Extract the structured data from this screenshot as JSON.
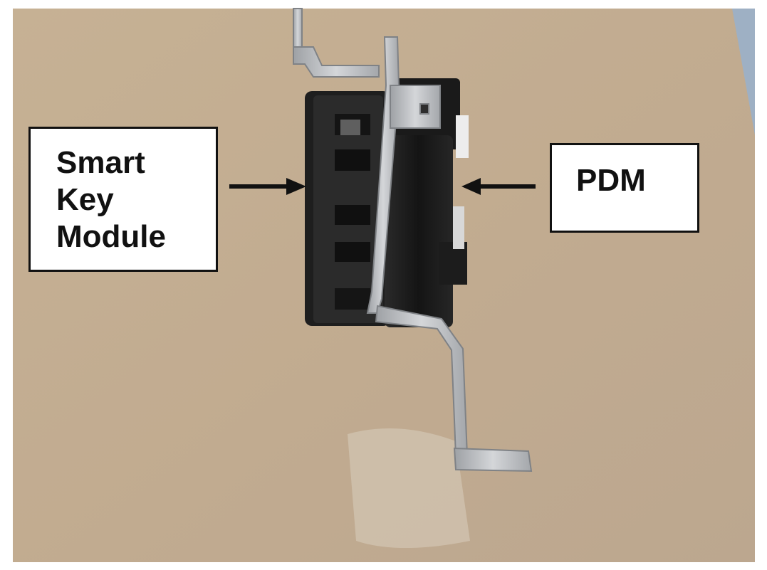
{
  "labels": {
    "smart_key_module": [
      "Smart",
      "Key",
      "Module"
    ],
    "pdm": "PDM"
  },
  "colors": {
    "background_paper": "#c2ad93",
    "module_housing": "#1b1b1b",
    "bracket_metal": "#b9bcc0",
    "label_border": "#111111",
    "label_fill": "#ffffff"
  }
}
